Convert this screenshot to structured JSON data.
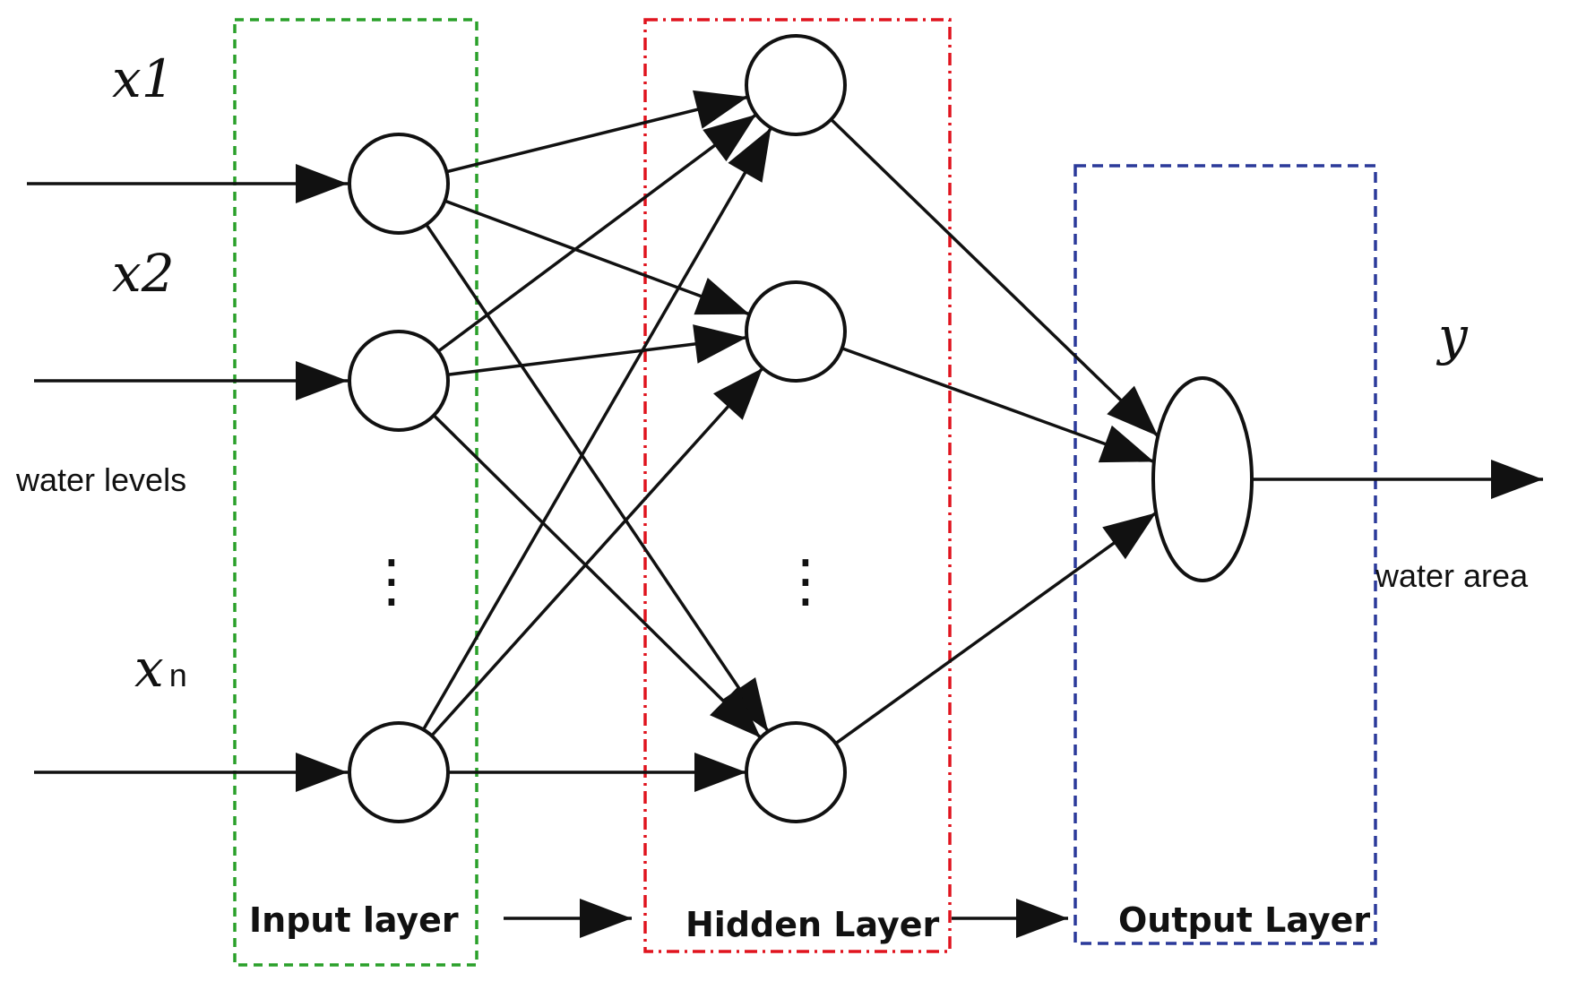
{
  "labels": {
    "x1": "x1",
    "x2": "x2",
    "xn_main": "x",
    "xn_sub": "n",
    "y": "y",
    "input_desc": "water levels",
    "output_desc": "water area"
  },
  "layers": {
    "input": {
      "label": "Input layer",
      "color": "#2aa02a"
    },
    "hidden": {
      "label": "Hidden Layer",
      "color": "#e0141e"
    },
    "output": {
      "label": "Output Layer",
      "color": "#2b3a9a"
    }
  },
  "ellipsis": "⋮"
}
